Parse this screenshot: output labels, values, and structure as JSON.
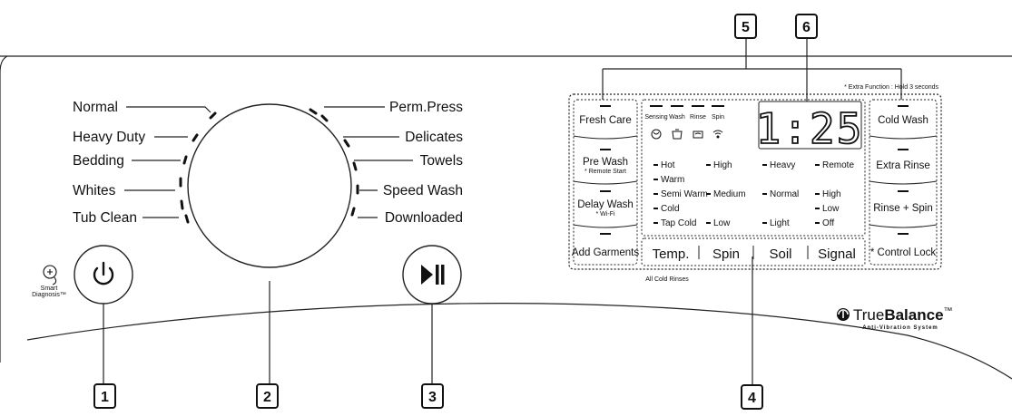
{
  "callouts": [
    "1",
    "2",
    "3",
    "4",
    "5",
    "6"
  ],
  "cycles_left": [
    "Normal",
    "Heavy Duty",
    "Bedding",
    "Whites",
    "Tub Clean"
  ],
  "cycles_right": [
    "Perm.Press",
    "Delicates",
    "Towels",
    "Speed Wash",
    "Downloaded"
  ],
  "power": {
    "icon": "power-icon"
  },
  "start_pause": {
    "icon": "play-pause-icon"
  },
  "smart_diagnosis": {
    "line1": "Smart",
    "line2": "Diagnosis™",
    "icon": "smart-diagnosis-icon"
  },
  "extra_function_note": "* Extra Function : Hold 3 seconds",
  "left_buttons": {
    "fresh_care": "Fresh Care",
    "pre_wash": "Pre Wash",
    "pre_wash_sub": "* Remote Start",
    "delay_wash": "Delay Wash",
    "delay_wash_sub": "* Wi-Fi",
    "add_garments": "Add Garments"
  },
  "right_buttons": {
    "cold_wash": "Cold Wash",
    "extra_rinse": "Extra Rinse",
    "rinse_spin": "Rinse + Spin",
    "control_lock": "* Control Lock"
  },
  "status": {
    "labels": [
      "Sensing",
      "Wash",
      "Rinse",
      "Spin"
    ],
    "icons": [
      "sensing-icon",
      "wash-icon",
      "rinse-icon",
      "wifi-icon"
    ]
  },
  "display": {
    "time": "1:25"
  },
  "options": {
    "temp": [
      "Hot",
      "Warm",
      "Semi Warm",
      "Cold",
      "Tap Cold"
    ],
    "spin": [
      "High",
      "Medium",
      "Low"
    ],
    "soil": [
      "Heavy",
      "Normal",
      "Light"
    ],
    "signal": [
      "Remote",
      "High",
      "Low",
      "Off"
    ]
  },
  "selectors": [
    "Temp.",
    "Spin",
    "Soil",
    "Signal"
  ],
  "all_cold_rinses": "All Cold Rinses",
  "brand": {
    "name_part1": "True",
    "name_part2": "Balance",
    "tm": "™",
    "tagline": "Anti-Vibration System",
    "icon": "truebalance-logo-icon"
  }
}
